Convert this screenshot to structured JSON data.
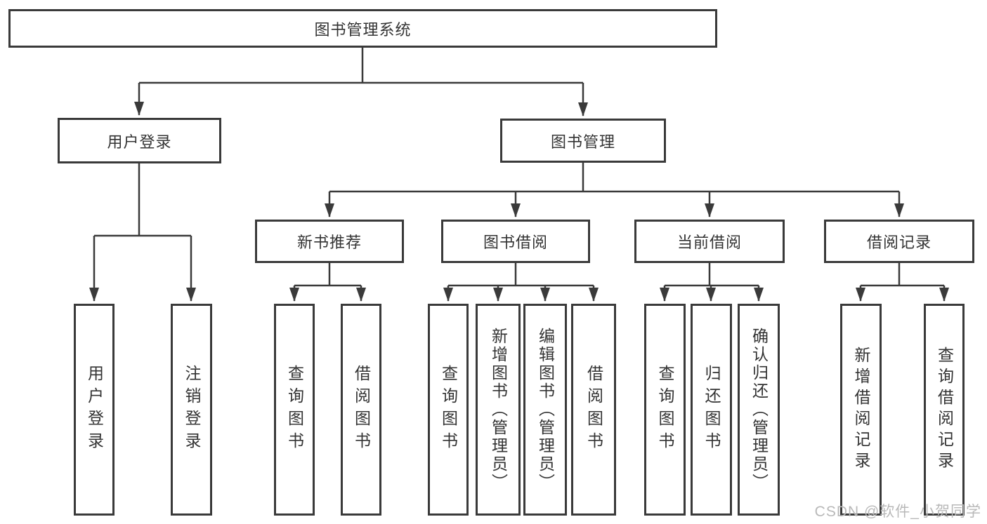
{
  "diagram_title": "图书管理系统",
  "tree": {
    "label": "图书管理系统",
    "children": [
      {
        "label": "用户登录",
        "children": [
          {
            "label": "用户登录"
          },
          {
            "label": "注销登录"
          }
        ]
      },
      {
        "label": "图书管理",
        "children": [
          {
            "label": "新书推荐",
            "children": [
              {
                "label": "查询图书"
              },
              {
                "label": "借阅图书"
              }
            ]
          },
          {
            "label": "图书借阅",
            "children": [
              {
                "label": "查询图书"
              },
              {
                "label": "新增图书（管理员）"
              },
              {
                "label": "编辑图书（管理员）"
              },
              {
                "label": "借阅图书"
              }
            ]
          },
          {
            "label": "当前借阅",
            "children": [
              {
                "label": "查询图书"
              },
              {
                "label": "归还图书"
              },
              {
                "label": "确认归还（管理员）"
              }
            ]
          },
          {
            "label": "借阅记录",
            "children": [
              {
                "label": "新增借阅记录"
              },
              {
                "label": "查询借阅记录"
              }
            ]
          }
        ]
      }
    ]
  },
  "watermark": {
    "text": "CSDN @软件_小贺同学"
  },
  "colors": {
    "line": "#3a3a3a",
    "text": "#333333",
    "box_background": "#ffffff",
    "watermark": "#b9b9b9",
    "background": "#ffffff"
  }
}
